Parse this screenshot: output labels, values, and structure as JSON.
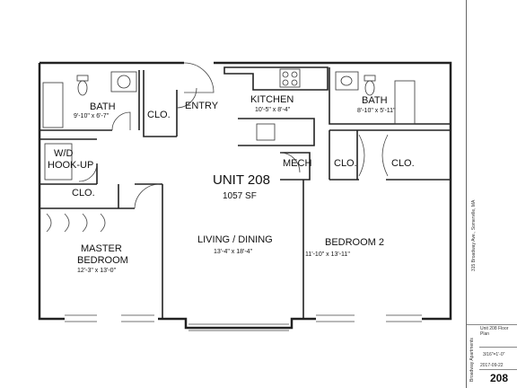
{
  "plan": {
    "unit_title": "UNIT 208",
    "area": "1057 SF",
    "rooms": {
      "bath1": {
        "name": "BATH",
        "dims": "9'-10\" x 6'-7\""
      },
      "closet_entry": {
        "name": "CLO."
      },
      "entry": {
        "name": "ENTRY"
      },
      "kitchen": {
        "name": "KITCHEN",
        "dims": "10'-5\" x 8'-4\""
      },
      "bath2": {
        "name": "BATH",
        "dims": "8'-10\" x 5'-11\""
      },
      "wd_line1": "W/D",
      "wd_line2": "HOOK-UP",
      "mech": {
        "name": "MECH"
      },
      "closet_left2": {
        "name": "CLO."
      },
      "closet_right2": {
        "name": "CLO."
      },
      "closet_master": {
        "name": "CLO."
      },
      "living": {
        "name": "LIVING / DINING",
        "dims": "13'-4\" x 18'-4\""
      },
      "master_line1": "MASTER",
      "master_line2": "BEDROOM",
      "master_dims": "12'-3\" x 13'-0\"",
      "bedroom2": {
        "name": "BEDROOM 2",
        "dims": "11'-10\" x 13'-11\""
      }
    }
  },
  "title_block": {
    "address": "315 Broadway Ave., Somerville, MA",
    "project": "Broadway Apartments",
    "sheet_title": "Unit 208 Floor Plan",
    "scale": "3/16\"=1'-0\"",
    "date": "2017-09-22",
    "sheet_number": "208"
  }
}
